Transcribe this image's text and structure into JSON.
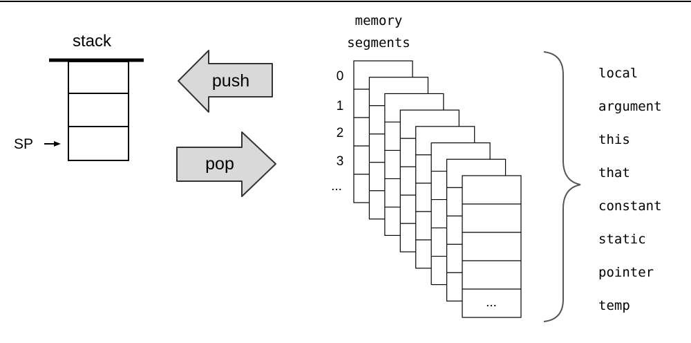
{
  "stack": {
    "label": "stack",
    "pointer_label": "SP"
  },
  "arrows": {
    "push_label": "push",
    "pop_label": "pop",
    "fill_color": "#d9d9d9"
  },
  "memory": {
    "title_line1": "memory",
    "title_line2": "segments",
    "indices": [
      "0",
      "1",
      "2",
      "3",
      "..."
    ],
    "last_cell_text": "..."
  },
  "segments": [
    "local",
    "argument",
    "this",
    "that",
    "constant",
    "static",
    "pointer",
    "temp"
  ]
}
